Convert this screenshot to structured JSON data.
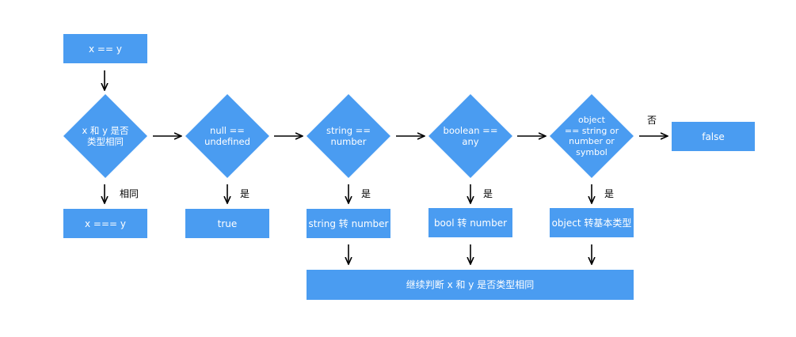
{
  "colors": {
    "node_fill": "#4a9cf1",
    "text_on_node": "#ffffff",
    "arrow": "#000000"
  },
  "start": {
    "label": "x == y"
  },
  "decisions": [
    {
      "label": "x 和 y 是否\n类型相同"
    },
    {
      "label": "null ==\nundefined"
    },
    {
      "label": "string ==\nnumber"
    },
    {
      "label": "boolean ==\nany"
    },
    {
      "label": "object\n== string or\nnumber or\nsymbol"
    }
  ],
  "results": [
    {
      "label": "x === y"
    },
    {
      "label": "true"
    },
    {
      "label": "string 转 number"
    },
    {
      "label": "bool 转 number"
    },
    {
      "label": "object 转基本类型"
    }
  ],
  "false_node": {
    "label": "false"
  },
  "continue_node": {
    "label": "继续判断 x 和 y 是否类型相同"
  },
  "edge_labels": {
    "same": "相同",
    "yes": "是",
    "no": "否"
  }
}
